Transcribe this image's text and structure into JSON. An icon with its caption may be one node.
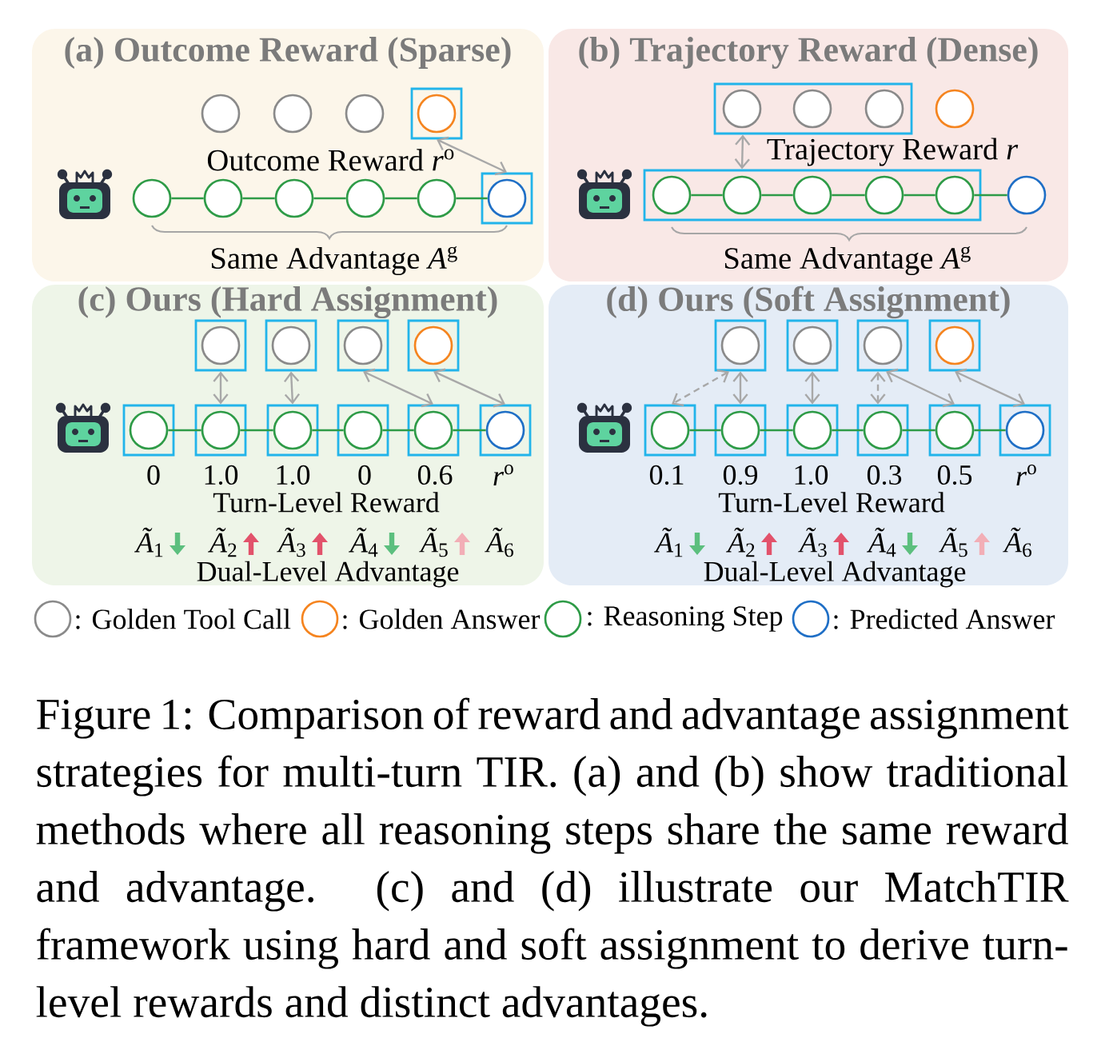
{
  "diagram": {
    "nodes": [
      {
        "text": [
          "(a) Outcome Reward (Sparse)"
        ]
      },
      {
        "text": [],
        "shape": "circle",
        "in": 0
      },
      {
        "text": [],
        "shape": "circle",
        "in": 0
      },
      {
        "text": [],
        "shape": "circle",
        "in": 0
      },
      {
        "text": [],
        "shape": "box",
        "in": 0
      },
      {
        "text": [],
        "shape": "circle",
        "in": 4
      },
      {
        "text": [],
        "shape": "circle",
        "in": 0
      },
      {
        "text": [],
        "shape": "circle",
        "in": 0
      },
      {
        "text": [],
        "shape": "circle",
        "in": 0
      },
      {
        "text": [],
        "shape": "circle",
        "in": 0
      },
      {
        "text": [],
        "shape": "circle",
        "in": 0
      },
      {
        "text": [],
        "shape": "box",
        "in": 0
      },
      {
        "text": [],
        "shape": "circle",
        "in": 11
      },
      {
        "text": [
          "(b) Trajectory Reward (Dense)"
        ]
      },
      {
        "text": [],
        "shape": "box",
        "in": 13
      },
      {
        "text": [],
        "shape": "circle",
        "in": 14
      },
      {
        "text": [],
        "shape": "circle",
        "in": 14
      },
      {
        "text": [],
        "shape": "circle",
        "in": 14
      },
      {
        "text": [],
        "shape": "circle",
        "in": 13
      },
      {
        "text": [],
        "shape": "box",
        "in": 13
      },
      {
        "text": [],
        "shape": "circle",
        "in": 19
      },
      {
        "text": [],
        "shape": "circle",
        "in": 19
      },
      {
        "text": [],
        "shape": "circle",
        "in": 19
      },
      {
        "text": [],
        "shape": "circle",
        "in": 19
      },
      {
        "text": [],
        "shape": "circle",
        "in": 19
      },
      {
        "text": [],
        "shape": "circle",
        "in": 13
      },
      {
        "text": [
          "(c) Ours (Hard Assignment)"
        ]
      },
      {
        "text": [],
        "shape": "box",
        "in": 26
      },
      {
        "text": [],
        "shape": "circle",
        "in": 27
      },
      {
        "text": [],
        "shape": "box",
        "in": 26
      },
      {
        "text": [],
        "shape": "circle",
        "in": 29
      },
      {
        "text": [],
        "shape": "box",
        "in": 26
      },
      {
        "text": [],
        "shape": "circle",
        "in": 31
      },
      {
        "text": [],
        "shape": "box",
        "in": 26
      },
      {
        "text": [],
        "shape": "circle",
        "in": 33
      },
      {
        "text": [],
        "shape": "box",
        "in": 26
      },
      {
        "text": [],
        "shape": "circle",
        "in": 35
      },
      {
        "text": [],
        "shape": "box",
        "in": 26
      },
      {
        "text": [],
        "shape": "circle",
        "in": 37
      },
      {
        "text": [],
        "shape": "box",
        "in": 26
      },
      {
        "text": [],
        "shape": "circle",
        "in": 39
      },
      {
        "text": [],
        "shape": "box",
        "in": 26
      },
      {
        "text": [],
        "shape": "circle",
        "in": 41
      },
      {
        "text": [],
        "shape": "box",
        "in": 26
      },
      {
        "text": [],
        "shape": "circle",
        "in": 43
      },
      {
        "text": [],
        "shape": "box",
        "in": 26
      },
      {
        "text": [],
        "shape": "circle",
        "in": 45
      },
      {
        "text": [
          "(d) Ours (Soft Assignment)"
        ]
      },
      {
        "text": [],
        "shape": "box",
        "in": 47
      },
      {
        "text": [],
        "shape": "circle",
        "in": 48
      },
      {
        "text": [],
        "shape": "box",
        "in": 47
      },
      {
        "text": [],
        "shape": "circle",
        "in": 50
      },
      {
        "text": [],
        "shape": "box",
        "in": 47
      },
      {
        "text": [],
        "shape": "circle",
        "in": 52
      },
      {
        "text": [],
        "shape": "box",
        "in": 47
      },
      {
        "text": [],
        "shape": "circle",
        "in": 54
      },
      {
        "text": [],
        "shape": "box",
        "in": 47
      },
      {
        "text": [],
        "shape": "circle",
        "in": 56
      },
      {
        "text": [],
        "shape": "box",
        "in": 47
      },
      {
        "text": [],
        "shape": "circle",
        "in": 58
      },
      {
        "text": [],
        "shape": "box",
        "in": 47
      },
      {
        "text": [],
        "shape": "circle",
        "in": 60
      },
      {
        "text": [],
        "shape": "box",
        "in": 47
      },
      {
        "text": [],
        "shape": "circle",
        "in": 62
      },
      {
        "text": [],
        "shape": "box",
        "in": 47
      },
      {
        "text": [],
        "shape": "circle",
        "in": 64
      },
      {
        "text": [],
        "shape": "box",
        "in": 47
      },
      {
        "text": [],
        "shape": "circle",
        "in": 66
      }
    ],
    "edges": [
      {
        "from": 6,
        "to": 7,
        "arrow": "none"
      },
      {
        "from": 7,
        "to": 8,
        "arrow": "none"
      },
      {
        "from": 8,
        "to": 9,
        "arrow": "none"
      },
      {
        "from": 9,
        "to": 10,
        "arrow": "none"
      },
      {
        "from": 10,
        "to": 12,
        "arrow": "none"
      },
      {
        "from": 4,
        "to": 11,
        "arrow": "both",
        "color": "#a8a8a8"
      },
      {
        "from": 20,
        "to": 21,
        "arrow": "none"
      },
      {
        "from": 21,
        "to": 22,
        "arrow": "none"
      },
      {
        "from": 22,
        "to": 23,
        "arrow": "none"
      },
      {
        "from": 23,
        "to": 24,
        "arrow": "none"
      },
      {
        "from": 24,
        "to": 25,
        "arrow": "none"
      },
      {
        "from": 14,
        "to": 19,
        "arrow": "both",
        "color": "#a8a8a8"
      },
      {
        "from": 36,
        "to": 38,
        "arrow": "none"
      },
      {
        "from": 38,
        "to": 40,
        "arrow": "none"
      },
      {
        "from": 40,
        "to": 42,
        "arrow": "none"
      },
      {
        "from": 42,
        "to": 44,
        "arrow": "none"
      },
      {
        "from": 44,
        "to": 46,
        "arrow": "none"
      },
      {
        "from": 27,
        "to": 37,
        "arrow": "both",
        "color": "#a8a8a8"
      },
      {
        "from": 29,
        "to": 39,
        "arrow": "both",
        "color": "#a8a8a8"
      },
      {
        "from": 31,
        "to": 43,
        "arrow": "both",
        "color": "#a8a8a8"
      },
      {
        "from": 33,
        "to": 45,
        "arrow": "both",
        "color": "#a8a8a8"
      },
      {
        "from": 57,
        "to": 59,
        "arrow": "none"
      },
      {
        "from": 59,
        "to": 61,
        "arrow": "none"
      },
      {
        "from": 61,
        "to": 63,
        "arrow": "none"
      },
      {
        "from": 63,
        "to": 65,
        "arrow": "none"
      },
      {
        "from": 65,
        "to": 67,
        "arrow": "none"
      },
      {
        "from": 48,
        "to": 56,
        "arrow": "both",
        "style": "dashed",
        "color": "#a8a8a8"
      },
      {
        "from": 48,
        "to": 58,
        "arrow": "both",
        "color": "#a8a8a8"
      },
      {
        "from": 50,
        "to": 60,
        "arrow": "both",
        "color": "#a8a8a8"
      },
      {
        "from": 52,
        "to": 62,
        "arrow": "both",
        "style": "dashed",
        "color": "#a8a8a8"
      },
      {
        "from": 52,
        "to": 64,
        "arrow": "both",
        "color": "#a8a8a8"
      },
      {
        "from": 54,
        "to": 66,
        "arrow": "both",
        "color": "#a8a8a8"
      }
    ],
    "labels": [
      "Outcome Reward *r*$^{o}$",
      "Same Advantage *A*$^{g}$",
      "Trajectory Reward *r*",
      "Same Advantage *A*$^{g}$",
      "0",
      "1.0",
      "1.0",
      "0",
      "0.6",
      "*r*$^{o}$",
      "Turn-Level Reward",
      "*Ã*$_{1}$",
      "*Ã*$_{2}$",
      "*Ã*$_{3}$",
      "*Ã*$_{4}$",
      "*Ã*$_{5}$",
      "*Ã*$_{6}$",
      "Dual-Level Advantage",
      "0.1",
      "0.9",
      "1.0",
      "0.3",
      "0.5",
      "*r*$^{o}$",
      "Turn-Level Reward",
      "*Ã*$_{1}$",
      "*Ã*$_{2}$",
      "*Ã*$_{3}$",
      "*Ã*$_{4}$",
      "*Ã*$_{5}$",
      "*Ã*$_{6}$",
      "Dual-Level Advantage"
    ],
    "legend": [
      {
        "text": ": Golden Tool Call"
      },
      {
        "text": ": Golden Answer"
      },
      {
        "text": ": Reasoning Step"
      },
      {
        "text": ": Predicted Answer"
      }
    ],
    "caption": "Figure 1: Comparison of reward and advantage assignment strategies for multi-turn TIR. (a) and (b) show traditional methods where all reasoning steps share the same reward and advantage. (c) and (d) illustrate our MatchTIR framework using hard and soft assignment to derive turn-level rewards and distinct advantages."
  }
}
